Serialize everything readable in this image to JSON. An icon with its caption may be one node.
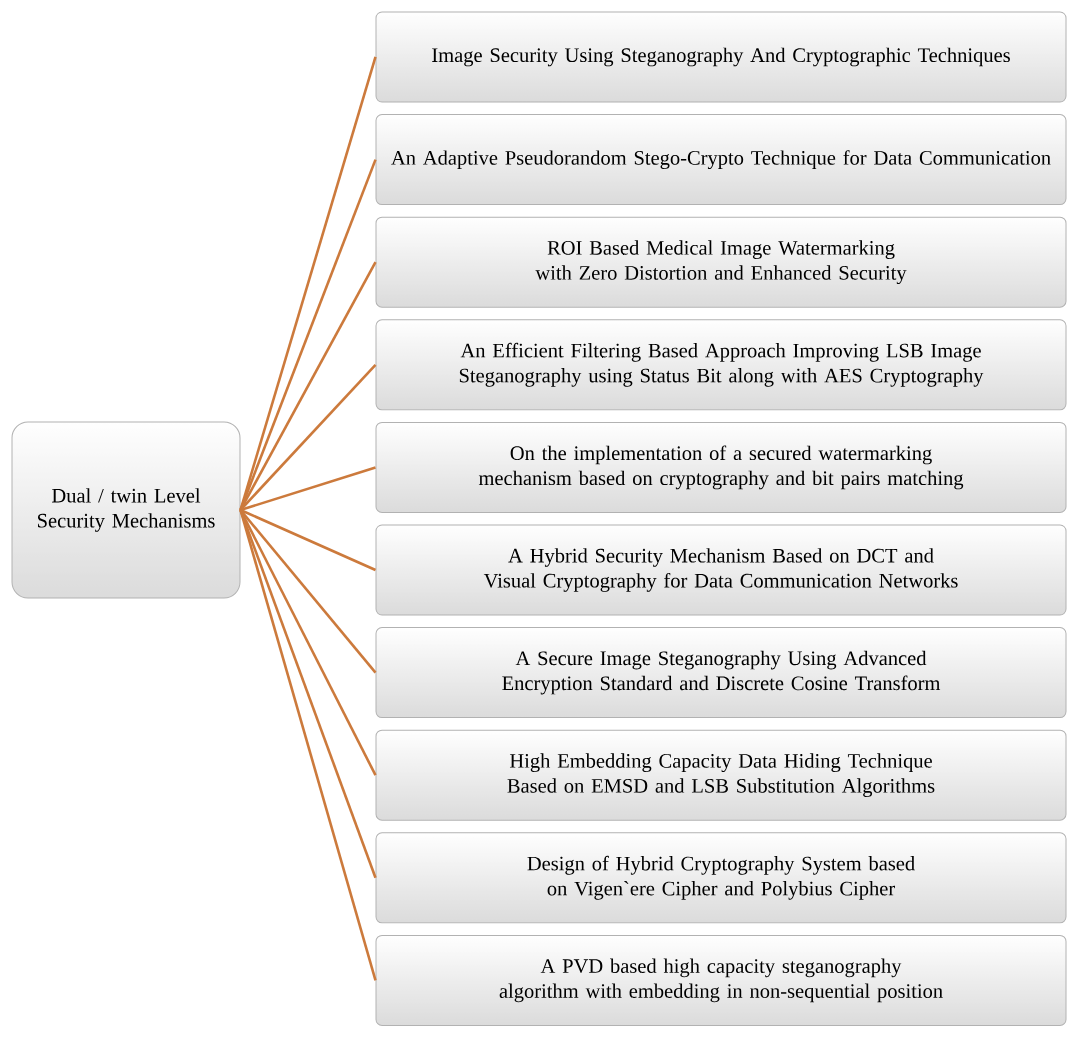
{
  "diagram": {
    "nodes": [
      {
        "text": [
          "Dual / twin Level Security Mechanisms"
        ]
      },
      {
        "text": [
          "Image Security Using Steganography And Cryptographic Techniques"
        ]
      },
      {
        "text": [
          "An Adaptive Pseudorandom Stego-Crypto Technique for Data Communication"
        ]
      },
      {
        "text": [
          "ROI Based Medical Image Watermarking with Zero Distortion and Enhanced Security"
        ]
      },
      {
        "text": [
          "An Efficient Filtering Based Approach Improving LSB Image Steganography using Status Bit along with AES Cryptography"
        ]
      },
      {
        "text": [
          "On the implementation of a secured watermarking mechanism based on cryptography and bit pairs matching"
        ]
      },
      {
        "text": [
          "A Hybrid Security Mechanism Based on DCT and Visual Cryptography for Data Communication Networks"
        ]
      },
      {
        "text": [
          "A Secure Image Steganography Using Advanced Encryption Standard and Discrete Cosine Transform"
        ]
      },
      {
        "text": [
          "High Embedding Capacity Data Hiding Technique Based on EMSD and LSB Substitution Algorithms"
        ]
      },
      {
        "text": [
          "Design of Hybrid Cryptography System based on Vigen`ere Cipher and Polybius Cipher"
        ]
      },
      {
        "text": [
          "A PVD based high capacity steganography algorithm with embedding in non-sequential position"
        ]
      }
    ],
    "edges": [
      {
        "from": 0,
        "to": 1,
        "arrow": "none"
      },
      {
        "from": 0,
        "to": 2,
        "arrow": "none"
      },
      {
        "from": 0,
        "to": 3,
        "arrow": "none"
      },
      {
        "from": 0,
        "to": 4,
        "arrow": "none"
      },
      {
        "from": 0,
        "to": 5,
        "arrow": "none"
      },
      {
        "from": 0,
        "to": 6,
        "arrow": "none"
      },
      {
        "from": 0,
        "to": 7,
        "arrow": "none"
      },
      {
        "from": 0,
        "to": 8,
        "arrow": "none"
      },
      {
        "from": 0,
        "to": 9,
        "arrow": "none"
      },
      {
        "from": 0,
        "to": 10,
        "arrow": "none"
      }
    ]
  }
}
